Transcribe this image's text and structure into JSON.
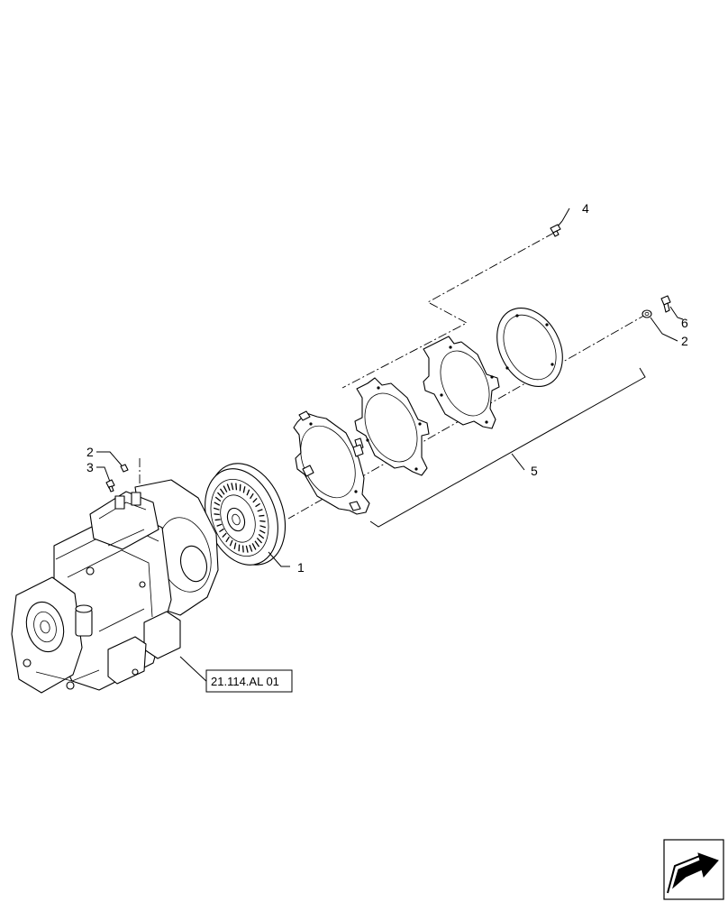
{
  "callouts": {
    "c1": "1",
    "c2a": "2",
    "c2b": "2",
    "c3": "3",
    "c4": "4",
    "c5": "5",
    "c6": "6"
  },
  "reference_box": {
    "text": "21.114.AL 01"
  },
  "nav_icon": {
    "name": "next-page-arrow-icon"
  }
}
